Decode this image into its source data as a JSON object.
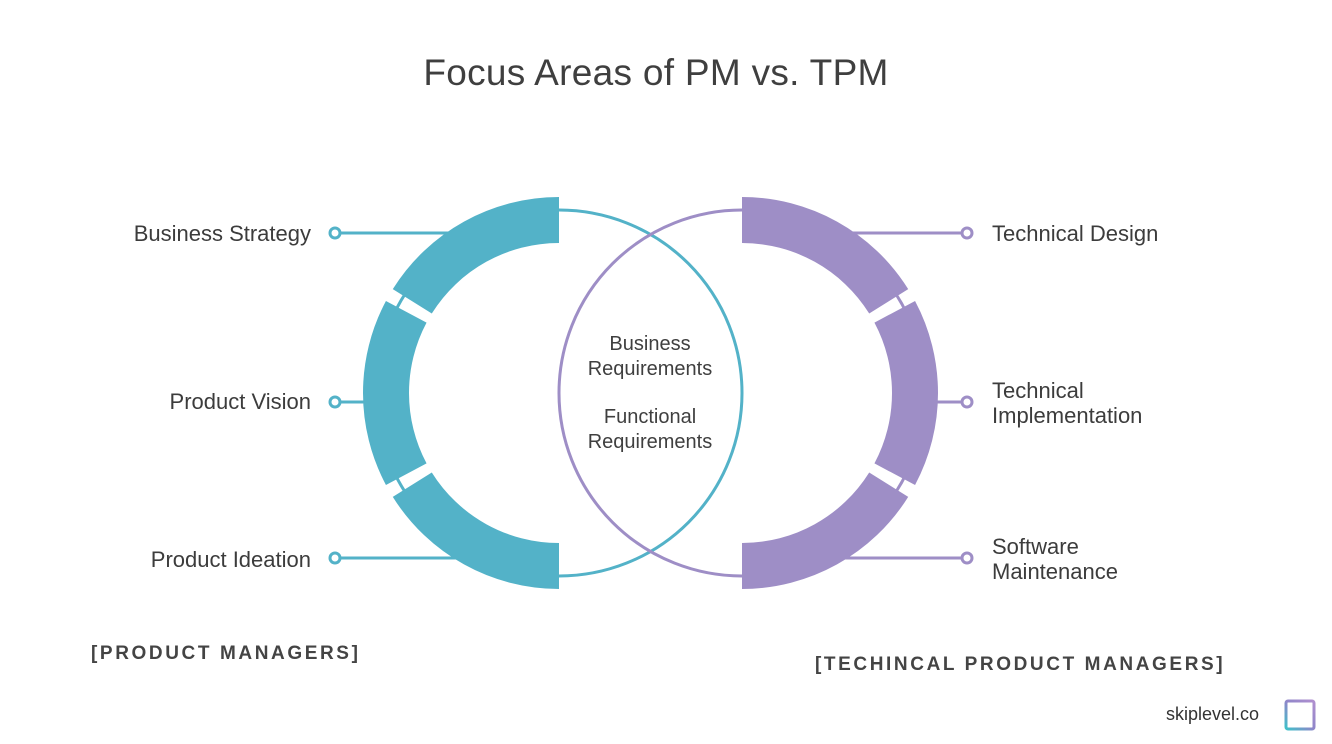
{
  "title": "Focus Areas of PM vs. TPM",
  "colors": {
    "pm": "#53b2c8",
    "tpm": "#9e8ec6",
    "text": "#3f3f3f"
  },
  "pm": {
    "group_label": "[PRODUCT MANAGERS]",
    "items": [
      {
        "label": "Business Strategy"
      },
      {
        "label": "Product Vision"
      },
      {
        "label": "Product Ideation"
      }
    ]
  },
  "tpm": {
    "group_label": "[TECHINCAL PRODUCT MANAGERS]",
    "items": [
      {
        "label_line1": "Technical Design",
        "label_line2": ""
      },
      {
        "label_line1": "Technical",
        "label_line2": "Implementation"
      },
      {
        "label_line1": "Software",
        "label_line2": "Maintenance"
      }
    ]
  },
  "overlap": {
    "item1_line1": "Business",
    "item1_line2": "Requirements",
    "item2_line1": "Functional",
    "item2_line2": "Requirements"
  },
  "brand": {
    "text": "skiplevel.co",
    "icon": "skiplevel-logo-icon"
  }
}
